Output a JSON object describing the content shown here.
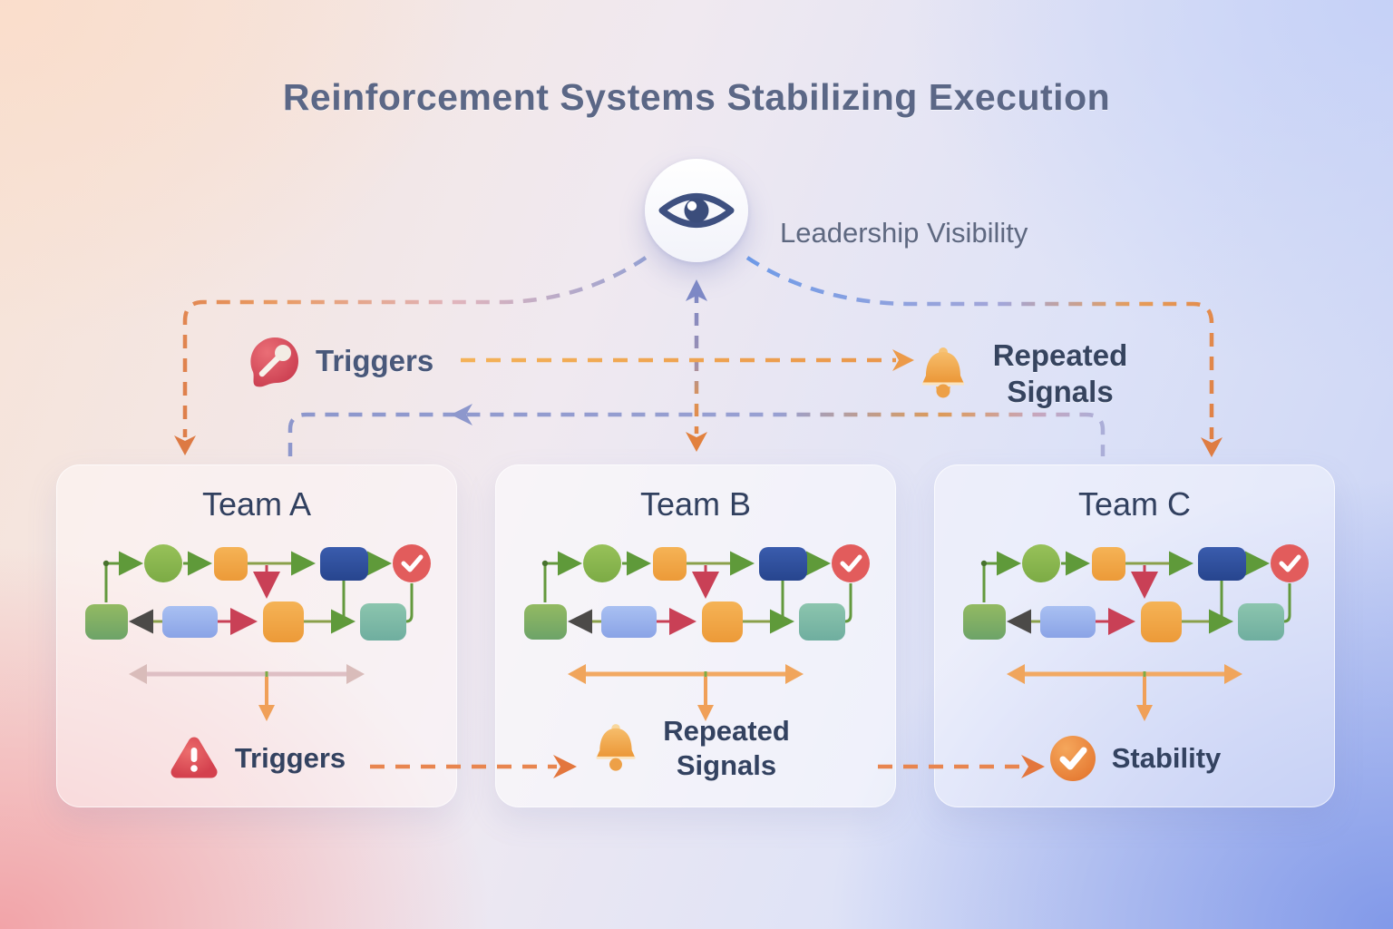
{
  "title": "Reinforcement Systems Stabilizing Execution",
  "leadership": {
    "label": "Leadership Visibility"
  },
  "concepts": {
    "triggers": "Triggers",
    "repeated_signals": "Repeated Signals"
  },
  "teams": [
    {
      "name": "Team A",
      "outcome": "Triggers"
    },
    {
      "name": "Team B",
      "outcome": "Repeated Signals"
    },
    {
      "name": "Team C",
      "outcome": "Stability"
    }
  ],
  "colors": {
    "title_text": "#5b6786",
    "label_text": "#36445f",
    "dash_purple": "#8791c9",
    "dash_blue": "#6f9be8",
    "dash_orange": "#eda24f",
    "dash_lavender": "#abaed8",
    "bottom_dash": "#e8854f",
    "alert_red": "#d8505c",
    "bell_orange": "#f2a845",
    "success_orange": "#ec8a3f",
    "node_green": "#8cba4e",
    "node_orange": "#f2a845",
    "node_blue": "#2f4f9c",
    "node_teal": "#82bfa8",
    "check_red": "#e25c5c"
  }
}
